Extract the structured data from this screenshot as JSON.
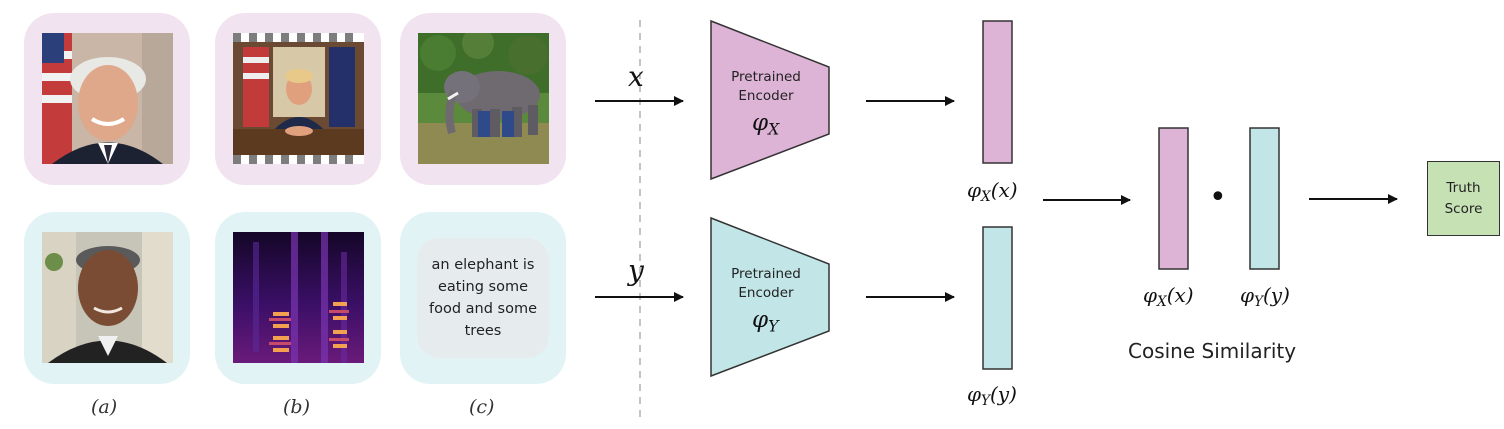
{
  "panels": [
    {
      "label": "(a)",
      "top_content": "face-image",
      "bottom_content": "face-image"
    },
    {
      "label": "(b)",
      "top_content": "video-frame",
      "bottom_content": "spectrogram"
    },
    {
      "label": "(c)",
      "top_content": "elephant-image",
      "bottom_text": "an elephant is eating some food and some trees"
    }
  ],
  "inputs": {
    "x": "x",
    "y": "y"
  },
  "encoders": {
    "top": {
      "line1": "Pretrained",
      "line2": "Encoder",
      "symbol": "φ",
      "sub": "X"
    },
    "bottom": {
      "line1": "Pretrained",
      "line2": "Encoder",
      "symbol": "φ",
      "sub": "Y"
    }
  },
  "embeddings": {
    "x_label": {
      "fn": "φ",
      "sub": "X",
      "arg": "(x)"
    },
    "y_label": {
      "fn": "φ",
      "sub": "Y",
      "arg": "(y)"
    }
  },
  "similarity": {
    "left_label": {
      "fn": "φ",
      "sub": "X",
      "arg": "(x)"
    },
    "right_label": {
      "fn": "φ",
      "sub": "Y",
      "arg": "(y)"
    },
    "operator": "•",
    "title": "Cosine Similarity"
  },
  "output": {
    "line1": "Truth",
    "line2": "Score"
  },
  "colors": {
    "pink_card": "#f1e3ef",
    "blue_card": "#e2f3f5",
    "pink_encoder": "#ddb3d6",
    "blue_encoder": "#c2e6e8",
    "truth_box": "#c6e2b4"
  }
}
